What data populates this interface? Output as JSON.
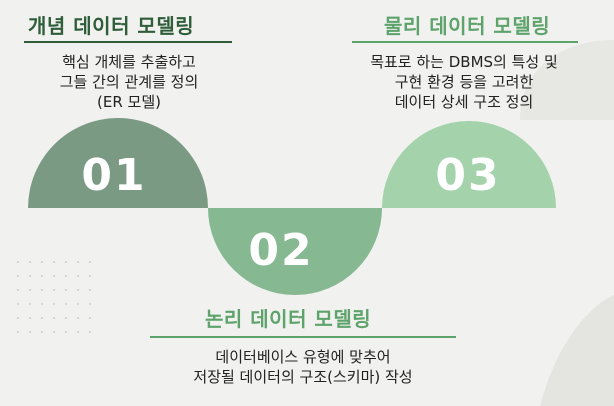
{
  "stages": [
    {
      "number": "01",
      "title": "개념 데이터 모델링",
      "desc": [
        "핵심 개체를 추출하고",
        "그들 간의 관계를 정의",
        "(ER 모델)"
      ]
    },
    {
      "number": "02",
      "title": "논리 데이터 모델링",
      "desc": [
        "데이터베이스  유형에 맞추어",
        "저장될 데이터의 구조(스키마) 작성"
      ]
    },
    {
      "number": "03",
      "title": "물리 데이터 모델링",
      "desc": [
        "목표로 하는 DBMS의 특성 및",
        "구현 환경 등을 고려한",
        "데이터 상세 구조 정의"
      ]
    }
  ],
  "colors": {
    "stage1": "#7a9a84",
    "stage2": "#86b892",
    "stage3": "#a4d3ab",
    "title_dark": "#2f5d3a",
    "title_light": "#5da36b"
  }
}
